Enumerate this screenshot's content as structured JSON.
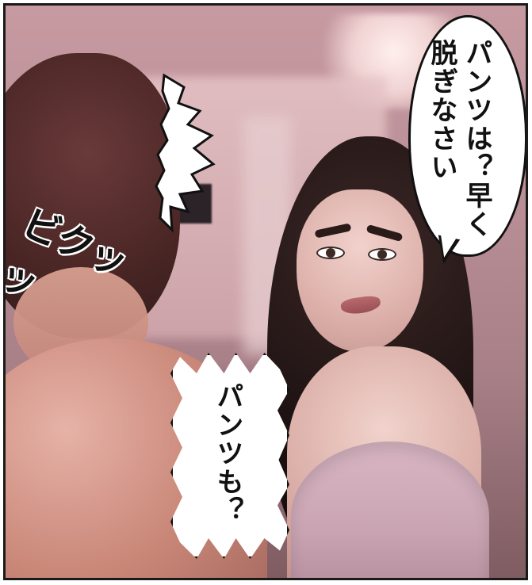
{
  "comic_panel": {
    "speech_top": "パンツは？早く脱ぎなさい",
    "speech_bottom": "パンツも？",
    "sound_effect": "ビクッッ"
  },
  "colors": {
    "panel_border": "#1a1a1a",
    "bubble_fill": "#ffffff",
    "bubble_stroke": "#111111"
  },
  "icons": {
    "shock_burst": "shock-burst-icon"
  }
}
